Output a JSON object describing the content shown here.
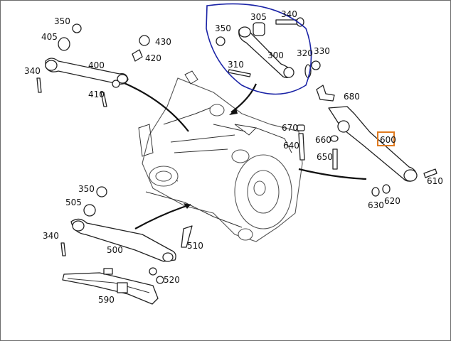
{
  "diagram": {
    "labels": [
      {
        "id": "p350a",
        "text": "350"
      },
      {
        "id": "p405",
        "text": "405"
      },
      {
        "id": "p430",
        "text": "430"
      },
      {
        "id": "p420",
        "text": "420"
      },
      {
        "id": "p400",
        "text": "400"
      },
      {
        "id": "p340a",
        "text": "340"
      },
      {
        "id": "p410",
        "text": "410"
      },
      {
        "id": "p305",
        "text": "305"
      },
      {
        "id": "p340b",
        "text": "340"
      },
      {
        "id": "p350b",
        "text": "350"
      },
      {
        "id": "p300",
        "text": "300"
      },
      {
        "id": "p320",
        "text": "320"
      },
      {
        "id": "p330",
        "text": "330"
      },
      {
        "id": "p310",
        "text": "310"
      },
      {
        "id": "p680",
        "text": "680"
      },
      {
        "id": "p670",
        "text": "670"
      },
      {
        "id": "p660",
        "text": "660"
      },
      {
        "id": "p640",
        "text": "640"
      },
      {
        "id": "p650",
        "text": "650"
      },
      {
        "id": "p600",
        "text": "600"
      },
      {
        "id": "p610",
        "text": "610"
      },
      {
        "id": "p630",
        "text": "630"
      },
      {
        "id": "p620",
        "text": "620"
      },
      {
        "id": "p350c",
        "text": "350"
      },
      {
        "id": "p505",
        "text": "505"
      },
      {
        "id": "p340c",
        "text": "340"
      },
      {
        "id": "p500",
        "text": "500"
      },
      {
        "id": "p510",
        "text": "510"
      },
      {
        "id": "p520",
        "text": "520"
      },
      {
        "id": "p590",
        "text": "590"
      }
    ],
    "highlight_colors": {
      "circled_group": "#1a23a6",
      "selected_box": "#e07a1f"
    }
  }
}
